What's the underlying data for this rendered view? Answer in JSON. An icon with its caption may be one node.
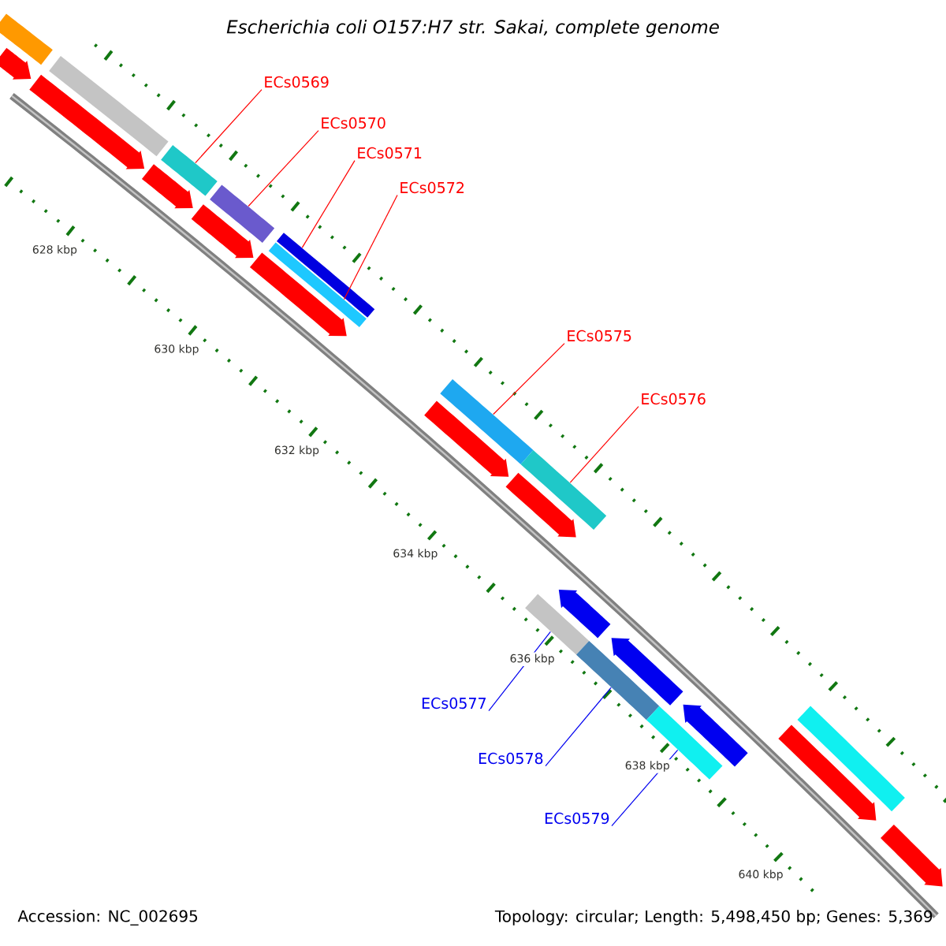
{
  "diagram": {
    "title": "Escherichia coli O157:H7 str. Sakai, complete genome",
    "nodes": [
      {
        "text": [
          "ECs0569"
        ]
      },
      {
        "text": [],
        "shape": "bar"
      },
      {
        "text": [
          "ECs0570"
        ]
      },
      {
        "text": [],
        "shape": "bar"
      },
      {
        "text": [
          "ECs0571"
        ]
      },
      {
        "text": [],
        "shape": "bar"
      },
      {
        "text": [
          "ECs0572"
        ]
      },
      {
        "text": [],
        "shape": "bar"
      },
      {
        "text": [
          "ECs0575"
        ]
      },
      {
        "text": [],
        "shape": "bar"
      },
      {
        "text": [
          "ECs0576"
        ]
      },
      {
        "text": [],
        "shape": "bar"
      },
      {
        "text": [
          "ECs0577"
        ]
      },
      {
        "text": [],
        "shape": "bar"
      },
      {
        "text": [
          "ECs0578"
        ]
      },
      {
        "text": [],
        "shape": "bar"
      },
      {
        "text": [
          "ECs0579"
        ]
      },
      {
        "text": [],
        "shape": "bar"
      },
      {
        "text": [],
        "shape": "bar"
      },
      {
        "text": [],
        "shape": "bar"
      },
      {
        "text": [],
        "shape": "bar"
      },
      {
        "text": [],
        "shape": "arrow"
      },
      {
        "text": [],
        "shape": "arrow"
      },
      {
        "text": [],
        "shape": "arrow"
      },
      {
        "text": [],
        "shape": "arrow"
      },
      {
        "text": [],
        "shape": "arrow"
      },
      {
        "text": [],
        "shape": "arrow"
      },
      {
        "text": [],
        "shape": "arrow"
      },
      {
        "text": [],
        "shape": "arrow"
      },
      {
        "text": [],
        "shape": "arrow"
      },
      {
        "text": [],
        "shape": "arrow"
      },
      {
        "text": [],
        "shape": "arrow"
      },
      {
        "text": [],
        "shape": "arrow"
      }
    ],
    "edges": [
      {
        "from": 0,
        "to": 1,
        "arrow": "none"
      },
      {
        "from": 2,
        "to": 3,
        "arrow": "none"
      },
      {
        "from": 4,
        "to": 5,
        "arrow": "none"
      },
      {
        "from": 6,
        "to": 7,
        "arrow": "none"
      },
      {
        "from": 8,
        "to": 9,
        "arrow": "none"
      },
      {
        "from": 10,
        "to": 11,
        "arrow": "none"
      },
      {
        "from": 12,
        "to": 13,
        "arrow": "none",
        "color": "#0000ff"
      },
      {
        "from": 14,
        "to": 15,
        "arrow": "none",
        "color": "#0000ff"
      },
      {
        "from": 16,
        "to": 17,
        "arrow": "none",
        "color": "#0000ff"
      }
    ],
    "labels": [
      "628 kbp",
      "630 kbp",
      "632 kbp",
      "634 kbp",
      "636 kbp",
      "638 kbp",
      "640 kbp",
      "Accession: NC_002695",
      "Topology: circular; Length: 5,498,450 bp; Genes: 5,369"
    ]
  }
}
